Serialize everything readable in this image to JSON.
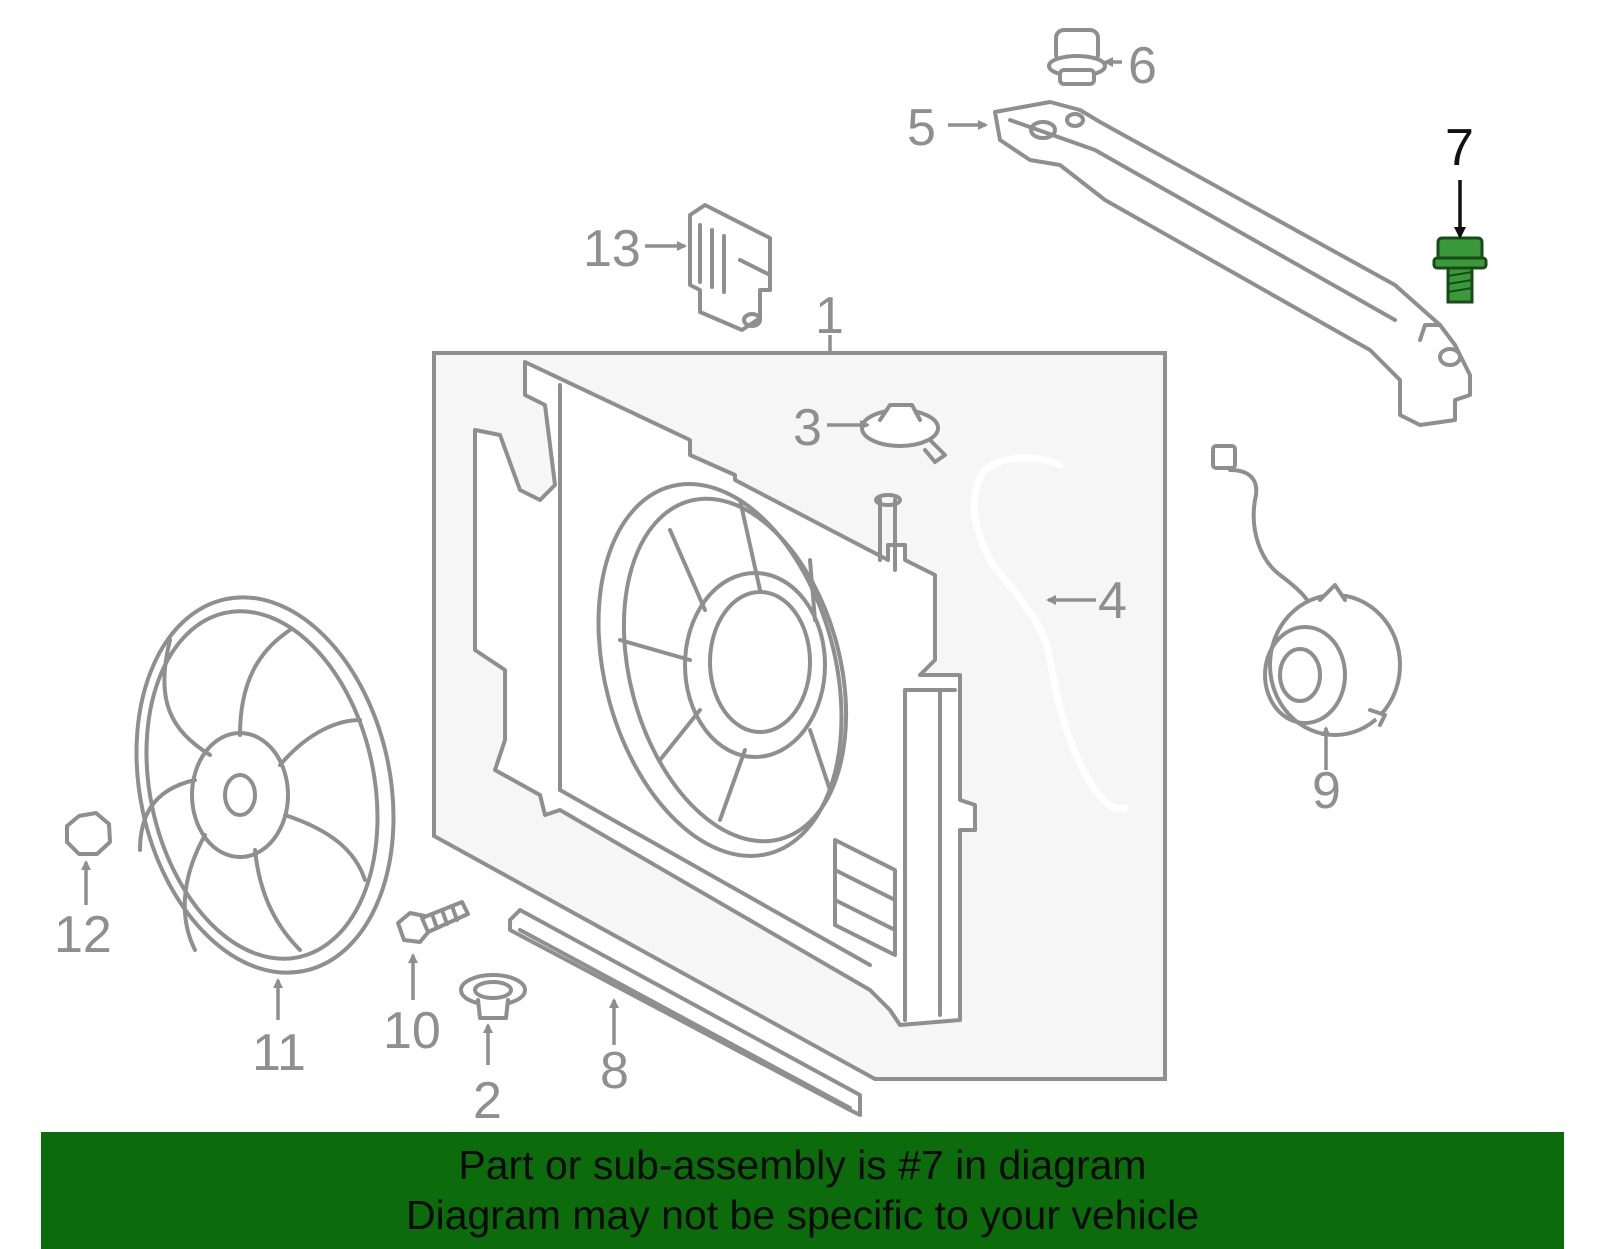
{
  "diagram": {
    "highlight_color": "#3a9a3a",
    "callouts": [
      {
        "id": "1",
        "label": "1"
      },
      {
        "id": "2",
        "label": "2"
      },
      {
        "id": "3",
        "label": "3"
      },
      {
        "id": "4",
        "label": "4"
      },
      {
        "id": "5",
        "label": "5"
      },
      {
        "id": "6",
        "label": "6"
      },
      {
        "id": "7",
        "label": "7",
        "highlighted": true
      },
      {
        "id": "8",
        "label": "8"
      },
      {
        "id": "9",
        "label": "9"
      },
      {
        "id": "10",
        "label": "10"
      },
      {
        "id": "11",
        "label": "11"
      },
      {
        "id": "12",
        "label": "12"
      },
      {
        "id": "13",
        "label": "13"
      }
    ]
  },
  "banner": {
    "line1": "Part or sub-assembly is #7 in diagram",
    "line2": "Diagram may not be specific to your vehicle",
    "background": "#0c6c0c"
  }
}
